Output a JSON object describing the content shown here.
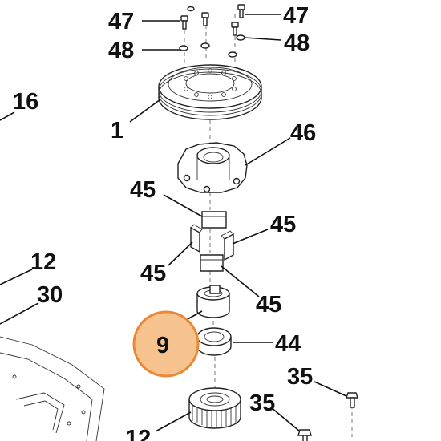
{
  "callouts": {
    "top_left_47": "47",
    "top_right_47": "47",
    "left_48": "48",
    "right_48": "48",
    "label_16": "16",
    "label_1": "1",
    "label_46": "46",
    "top_45": "45",
    "right_45": "45",
    "left_45": "45",
    "bottom_45": "45",
    "label_12_left": "12",
    "label_30": "30",
    "label_44": "44",
    "highlight_9": "9",
    "upper_35": "35",
    "lower_35": "35",
    "label_12_bottom": "12"
  },
  "colors": {
    "highlight_fill": "#F6C28E",
    "highlight_stroke": "#E8893A",
    "ink": "#111111"
  }
}
